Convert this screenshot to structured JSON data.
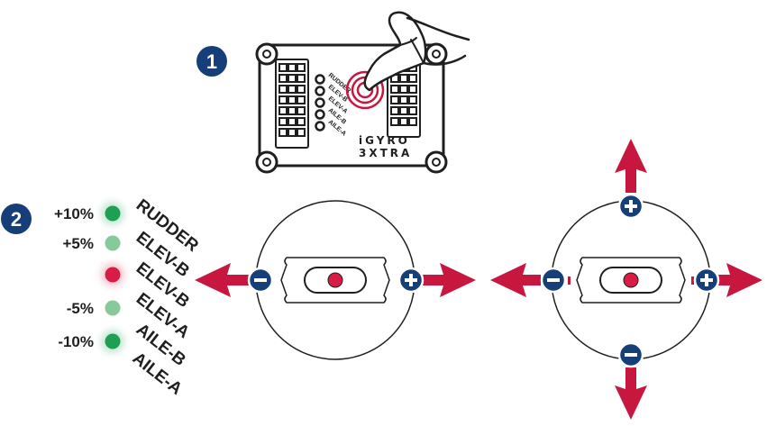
{
  "steps": {
    "step1": "1",
    "step2": "2"
  },
  "device": {
    "ports": [
      "RUDDER",
      "ELEV-B",
      "ELEV-A",
      "AILE-B",
      "AILE-A"
    ],
    "logo_line1": "iGYRO",
    "logo_line2": "3XTRA"
  },
  "leds": [
    {
      "percent": "+10%",
      "label": "RUDDER",
      "state": "green"
    },
    {
      "percent": "+5%",
      "label": "ELEV-B",
      "state": "light-green"
    },
    {
      "percent": "",
      "label": "ELEV-B",
      "state": "red"
    },
    {
      "percent": "-5%",
      "label": "ELEV-A",
      "state": "light-green"
    },
    {
      "percent": "-10%",
      "label": "AILE-B",
      "state": "green"
    },
    {
      "percent": "",
      "label": "AILE-A",
      "state": "none"
    }
  ],
  "controls": {
    "plus_symbol": "+",
    "minus_symbol": "−"
  },
  "colors": {
    "badge": "#163e78",
    "arrow": "#c8173f",
    "led_green": "#1e9f52",
    "led_light_green": "#86c99b",
    "led_red": "#d81c44",
    "stroke": "#1f1f1f"
  },
  "icons": {
    "hand": "pointing-hand-icon",
    "plus": "plus-icon",
    "minus": "minus-icon",
    "arrow": "arrow-icon"
  }
}
